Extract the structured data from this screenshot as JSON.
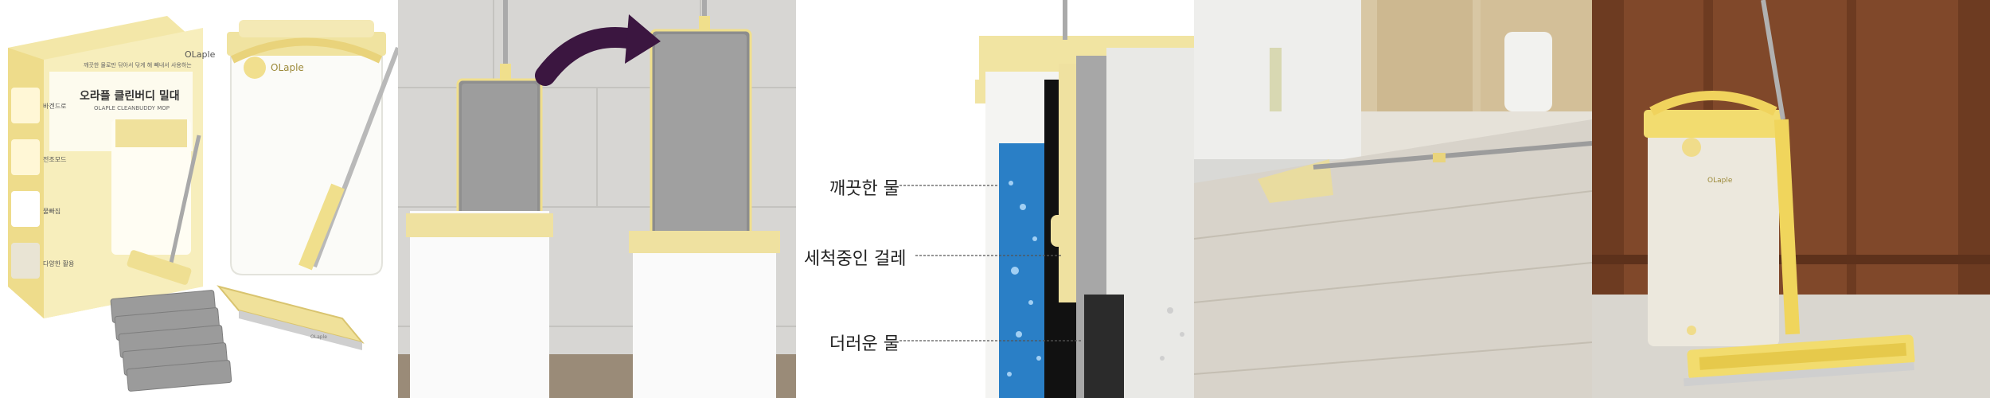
{
  "panel1": {
    "box_brand": "OLaple",
    "box_tagline": "깨끗한 물로만 닦아서 닦게 해 빼내서 사용하는",
    "box_title": "오라플 클린버디 밀대",
    "box_subtitle": "OLAPLE CLEANBUDDY MOP",
    "side_labels": [
      "바겐드로",
      "전조모드",
      "물빠짐",
      "다양한 활용"
    ],
    "bucket_brand": "OLaple",
    "mop_brand": "OLaple"
  },
  "panel3": {
    "labels": {
      "clean_water": "깨끗한 물",
      "washing_mop": "세척중인 걸레",
      "dirty_water": "더러운 물"
    }
  },
  "panel5": {
    "bucket_brand": "OLaple"
  },
  "colors": {
    "yellow": "#efe2a0",
    "yellow_dark": "#e6d27a",
    "arrow": "#3b1640",
    "wood": "#8a4e2c",
    "tile": "#c9c9c9"
  }
}
